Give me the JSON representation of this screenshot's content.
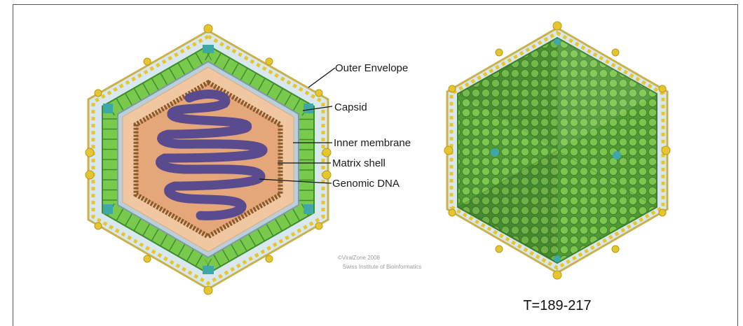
{
  "labels": {
    "outer_envelope": "Outer Envelope",
    "capsid": "Capsid",
    "inner_membrane": "Inner membrane",
    "matrix_shell": "Matrix shell",
    "genomic_dna": "Genomic DNA"
  },
  "credit": {
    "line1": "©ViralZone 2008",
    "line2": "Swiss Institute of Bioinformatics"
  },
  "triangulation": "T=189-217",
  "colors": {
    "envelope_yellow": "#e6c52e",
    "envelope_blue": "#a9cfe0",
    "capsid_green": "#79c94c",
    "capsid_dark": "#3d8d2e",
    "penton_teal": "#3ea8a8",
    "inner_membrane": "#b9cfd9",
    "core_tan": "#f0c7a0",
    "matrix_brown": "#8a5a2b",
    "dna_purple": "#5a4a8e"
  }
}
